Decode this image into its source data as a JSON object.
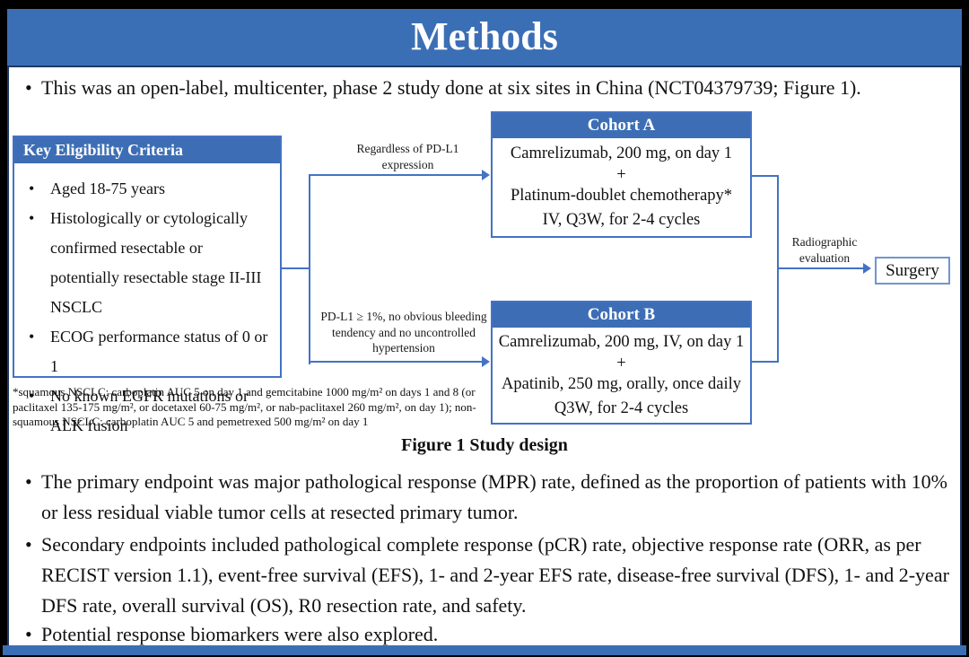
{
  "title": "Methods",
  "colors": {
    "accent_blue": "#3B6FB5",
    "box_border_blue": "#4472C4",
    "panel_border_navy": "#1F3864",
    "background": "#000000"
  },
  "bullets": {
    "intro": "This was an open-label, multicenter, phase 2 study done at six sites in China (NCT04379739; Figure 1).",
    "primary": "The primary endpoint was major pathological response (MPR) rate, defined as the proportion of patients with 10% or less residual viable tumor cells at resected primary tumor.",
    "secondary": "Secondary endpoints included pathological complete response (pCR) rate, objective response rate (ORR, as per RECIST version 1.1), event-free survival (EFS), 1- and 2-year EFS rate, disease-free survival (DFS), 1- and 2-year DFS rate, overall survival (OS), R0 resection rate, and safety.",
    "biomarkers": "Potential response biomarkers were also explored."
  },
  "figure": {
    "caption": "Figure 1 Study design",
    "eligibility": {
      "header": "Key  Eligibility Criteria",
      "items": [
        "Aged 18-75 years",
        "Histologically or cytologically confirmed resectable or potentially resectable stage II-III  NSCLC",
        "ECOG performance status of 0 or 1",
        "No known EGFR mutations or ALK fusion"
      ]
    },
    "footnote": "*squamous NSCLC: carboplatin AUC 5 on day 1 and gemcitabine 1000 mg/m² on days 1 and 8 (or paclitaxel 135-175 mg/m², or docetaxel 60-75 mg/m², or nab-paclitaxel 260 mg/m², on day 1); non-squamous NSCLC: carboplatin AUC 5 and pemetrexed 500 mg/m² on day 1",
    "arrow_labels": {
      "to_cohort_a": "Regardless  of PD-L1 expression",
      "to_cohort_b": "PD-L1 ≥ 1%, no obvious bleeding tendency and no uncontrolled hypertension",
      "to_surgery": "Radiographic evaluation"
    },
    "cohort_a": {
      "header": "Cohort A",
      "lines": [
        "Camrelizumab, 200 mg, on day 1",
        "+",
        "Platinum-doublet chemotherapy*",
        "IV, Q3W, for 2-4 cycles"
      ]
    },
    "cohort_b": {
      "header": "Cohort B",
      "lines": [
        "Camrelizumab, 200 mg, IV, on day 1",
        "+",
        "Apatinib, 250 mg, orally, once daily",
        "Q3W, for 2-4 cycles"
      ]
    },
    "surgery": "Surgery"
  }
}
